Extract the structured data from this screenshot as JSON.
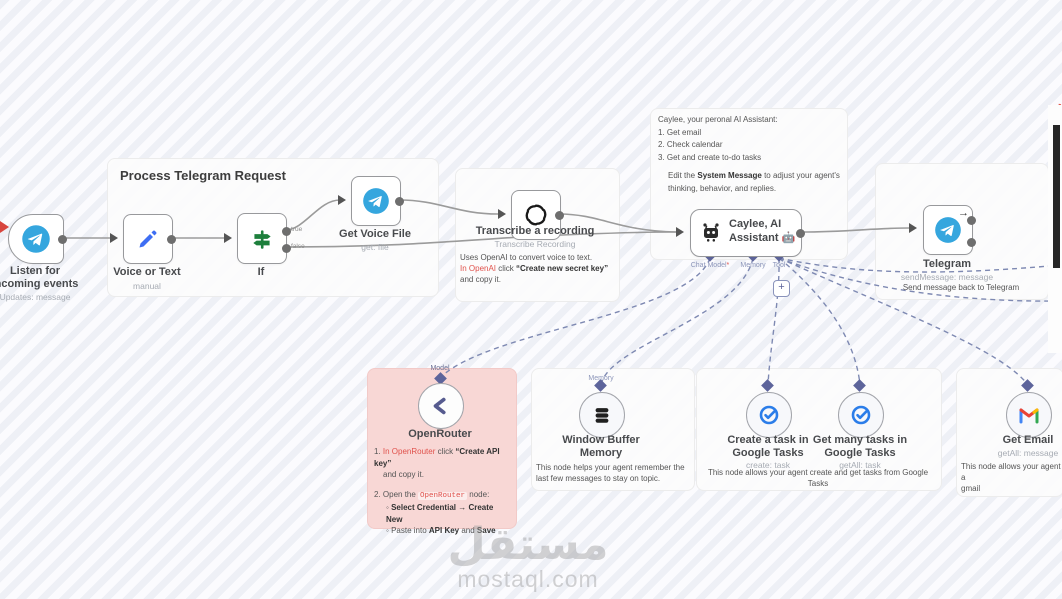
{
  "watermark": {
    "arabic": "مستقل",
    "latin": "mostaql.com"
  },
  "groups": {
    "process": {
      "title": "Process Telegram Request"
    },
    "transcribe_note": {
      "l1": "Uses OpenAI to convert voice to text.",
      "l2_link": "In OpenAI",
      "l2_mid": " click ",
      "l2_bold": "“Create new secret key”",
      "l3": "and copy it."
    },
    "agent_note": {
      "title": "Caylee, your peronal AI Assistant:",
      "items": [
        "1. Get email",
        "2. Check calendar",
        "3. Get and create to-do tasks"
      ],
      "edit_pre": "Edit the ",
      "edit_bold": "System Message",
      "edit_post": " to adjust your agent's thinking, behavior, and replies."
    },
    "telegram_note": {
      "text": "Send message back to Telegram"
    },
    "openrouter_note": {
      "s1_num": "1. ",
      "s1_link": "In OpenRouter",
      "s1_mid": " click ",
      "s1_bold": "“Create API key”",
      "s1_tail": "and copy it.",
      "s2_pre": "2. Open the ",
      "s2_code": "OpenRouter",
      "s2_post": " node:",
      "bullet_glyph": "◦",
      "b1": "Select Credential → Create New",
      "b2_pre": "Paste into ",
      "b2_bold1": "API Key",
      "b2_mid": " and ",
      "b2_bold2": "Save"
    },
    "memory_note": {
      "text": "This node helps your agent remember the last few messages to stay on topic."
    },
    "gtasks_note": {
      "text": "This node allows your agent create and get tasks from Google Tasks"
    },
    "email_note": {
      "text": "This node allows your agent a\ngmail"
    }
  },
  "nodes": {
    "trigger": {
      "label": "Listen for incoming events",
      "sub": "Updates: message"
    },
    "voice": {
      "label": "Voice or Text",
      "sub": "manual"
    },
    "if": {
      "label": "If",
      "out_true": "true",
      "out_false": "false"
    },
    "voice_file": {
      "label": "Get Voice File",
      "sub": "get: file"
    },
    "transcribe": {
      "label": "Transcribe a recording",
      "sub": "Transcribe Recording"
    },
    "agent": {
      "title_l1": "Caylee, AI",
      "title_l2": "Assistant 🤖",
      "port_chat": "Chat Model",
      "port_chat_req": "*",
      "port_memory": "Memory",
      "port_tool": "Tool",
      "plus": "+",
      "out_arrow": "→"
    },
    "telegram_out": {
      "label": "Telegram",
      "sub": "sendMessage: message",
      "top_arrow": "→"
    },
    "openrouter": {
      "port": "Model",
      "label": "OpenRouter"
    },
    "buffer_memory": {
      "port": "Memory",
      "label": "Window Buffer\nMemory"
    },
    "task_create": {
      "label": "Create a task in\nGoogle Tasks",
      "sub": "create: task"
    },
    "task_get": {
      "label": "Get many tasks in\nGoogle Tasks",
      "sub": "getAll: task"
    },
    "get_email": {
      "label": "Get Email",
      "sub": "getAll: message"
    }
  },
  "colors": {
    "telegram_blue": "#35a6de",
    "pencil_blue": "#3e6ef3",
    "if_green": "#1d7f3c",
    "sticky_pink": "#f8d5d3",
    "dashed_indigo": "#7e89b2",
    "link_red": "#e0524c",
    "gtasks_blue": "#2b7de9",
    "gmail_red": "#ea4335",
    "gmail_blue": "#4285f4",
    "gmail_green": "#34a853",
    "gmail_yellow": "#fbbc04",
    "openai_black": "#191919",
    "openrouter_slate": "#565b8f"
  }
}
